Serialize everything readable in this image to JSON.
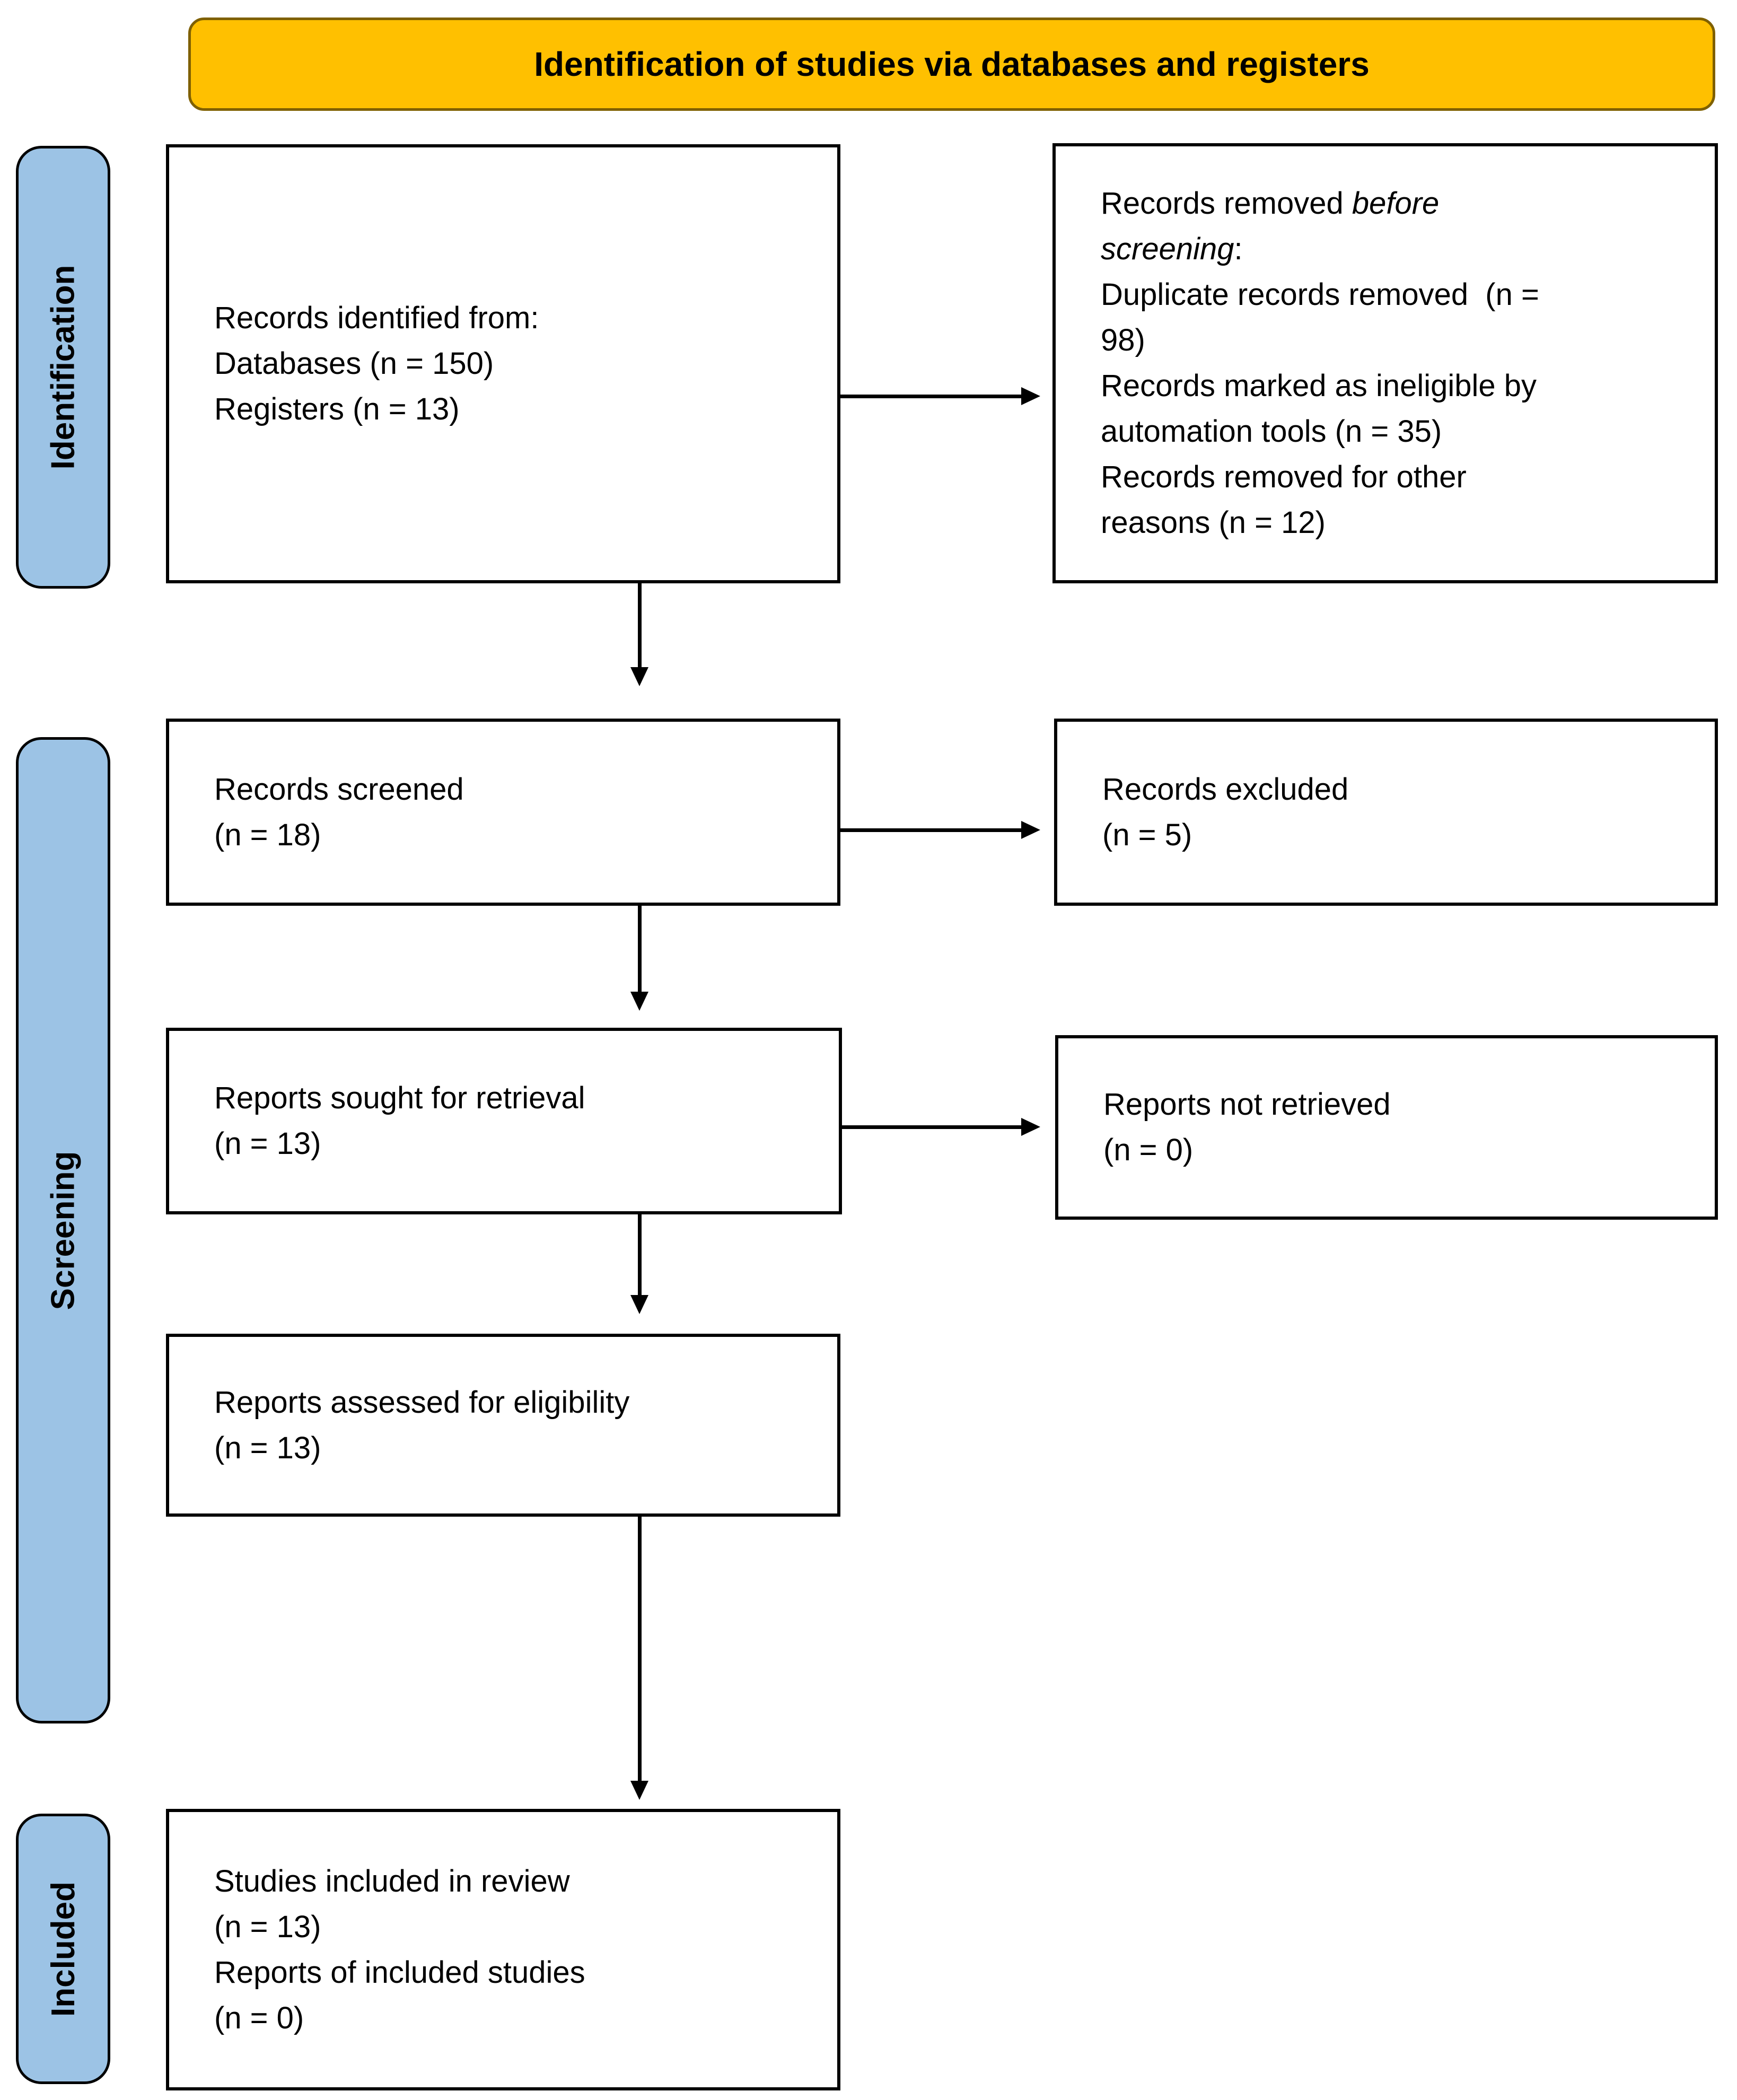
{
  "title": "Identification of studies via databases and registers",
  "stages": [
    {
      "label": "Identification"
    },
    {
      "label": "Screening"
    },
    {
      "label": "Included"
    }
  ],
  "boxes": {
    "records_identified": {
      "lines": [
        "Records identified from:",
        "Databases (n = 150)",
        "Registers (n = 13)"
      ]
    },
    "records_removed": {
      "lines": [
        [
          {
            "text": "Records removed "
          },
          {
            "text": "before",
            "italic": true
          }
        ],
        [
          {
            "text": "screening",
            "italic": true
          },
          {
            "text": ":"
          }
        ],
        "Duplicate records removed  (n =",
        "98)",
        "Records marked as ineligible by",
        "automation tools (n = 35)",
        "Records removed for other",
        "reasons (n = 12)"
      ]
    },
    "records_screened": {
      "lines": [
        "Records screened",
        "(n = 18)"
      ]
    },
    "records_excluded": {
      "lines": [
        "Records excluded",
        "(n = 5)"
      ]
    },
    "reports_sought": {
      "lines": [
        "Reports sought for retrieval",
        "(n = 13)"
      ]
    },
    "reports_not_retrieved": {
      "lines": [
        "Reports not retrieved",
        "(n = 0)"
      ]
    },
    "reports_assessed": {
      "lines": [
        "Reports assessed for eligibility",
        "(n = 13)"
      ]
    },
    "studies_included": {
      "lines": [
        "Studies included in review",
        "(n = 13)",
        "Reports of included studies",
        "(n = 0)"
      ]
    }
  },
  "colors": {
    "banner_fill": "#FFC000",
    "banner_border": "#7F6000",
    "stage_fill": "#9CC3E5",
    "box_border": "#000000",
    "arrow": "#000000"
  }
}
